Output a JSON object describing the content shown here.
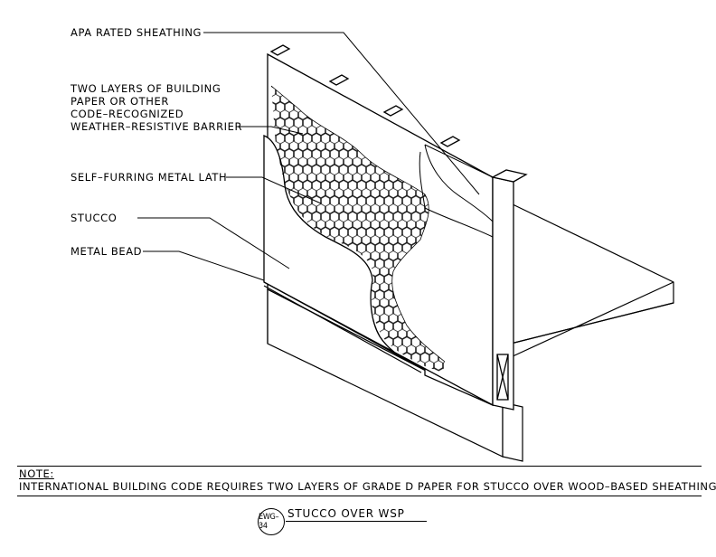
{
  "labels": {
    "sheathing": "APA RATED SHEATHING",
    "paper_line1": "TWO LAYERS OF BUILDING",
    "paper_line2": "PAPER OR OTHER",
    "paper_line3": "CODE–RECOGNIZED",
    "paper_line4": "WEATHER–RESISTIVE BARRIER",
    "lath": "SELF–FURRING METAL LATH",
    "stucco": "STUCCO",
    "bead": "METAL BEAD"
  },
  "note": {
    "title": "NOTE:",
    "text": "INTERNATIONAL BUILDING CODE REQUIRES TWO LAYERS OF GRADE D PAPER FOR STUCCO OVER WOOD–BASED SHEATHING."
  },
  "drawing": {
    "number": "EWG–34",
    "title": "STUCCO OVER WSP"
  },
  "colors": {
    "line": "#000000",
    "background": "#ffffff"
  }
}
